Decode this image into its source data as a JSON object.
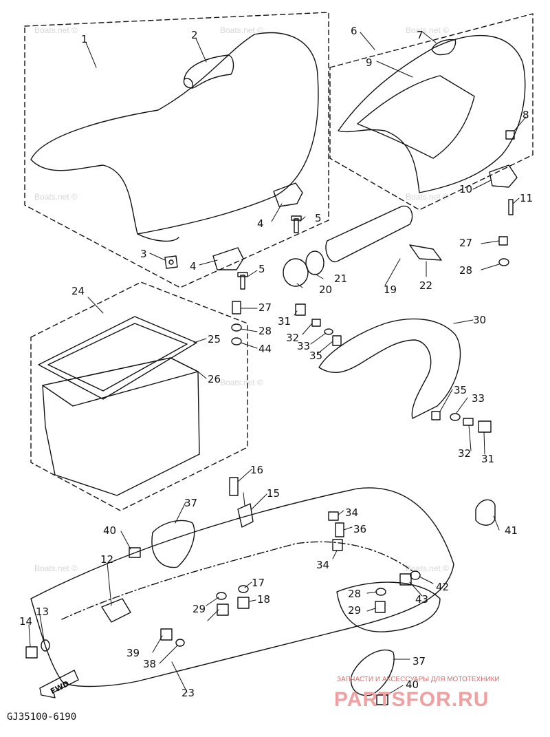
{
  "diagram_code": "GJ35100-6190",
  "fwd_label": "FWD",
  "watermark": "Boats.net ©",
  "brand": {
    "tagline": "ЗАПЧАСТИ И АКСЕССУАРЫ ДЛЯ МОТОТЕХНИКИ",
    "name": "PARTSFOR.RU"
  },
  "part_labels": [
    "1",
    "2",
    "3",
    "4",
    "5",
    "4",
    "5",
    "6",
    "7",
    "8",
    "9",
    "10",
    "11",
    "12",
    "13",
    "14",
    "15",
    "16",
    "17",
    "18",
    "19",
    "20",
    "21",
    "22",
    "23",
    "24",
    "25",
    "26",
    "27",
    "28",
    "44",
    "27",
    "28",
    "29",
    "30",
    "31",
    "32",
    "33",
    "35",
    "35",
    "33",
    "32",
    "31",
    "34",
    "34",
    "36",
    "37",
    "37",
    "38",
    "39",
    "40",
    "40",
    "41",
    "42",
    "43",
    "28",
    "29"
  ]
}
